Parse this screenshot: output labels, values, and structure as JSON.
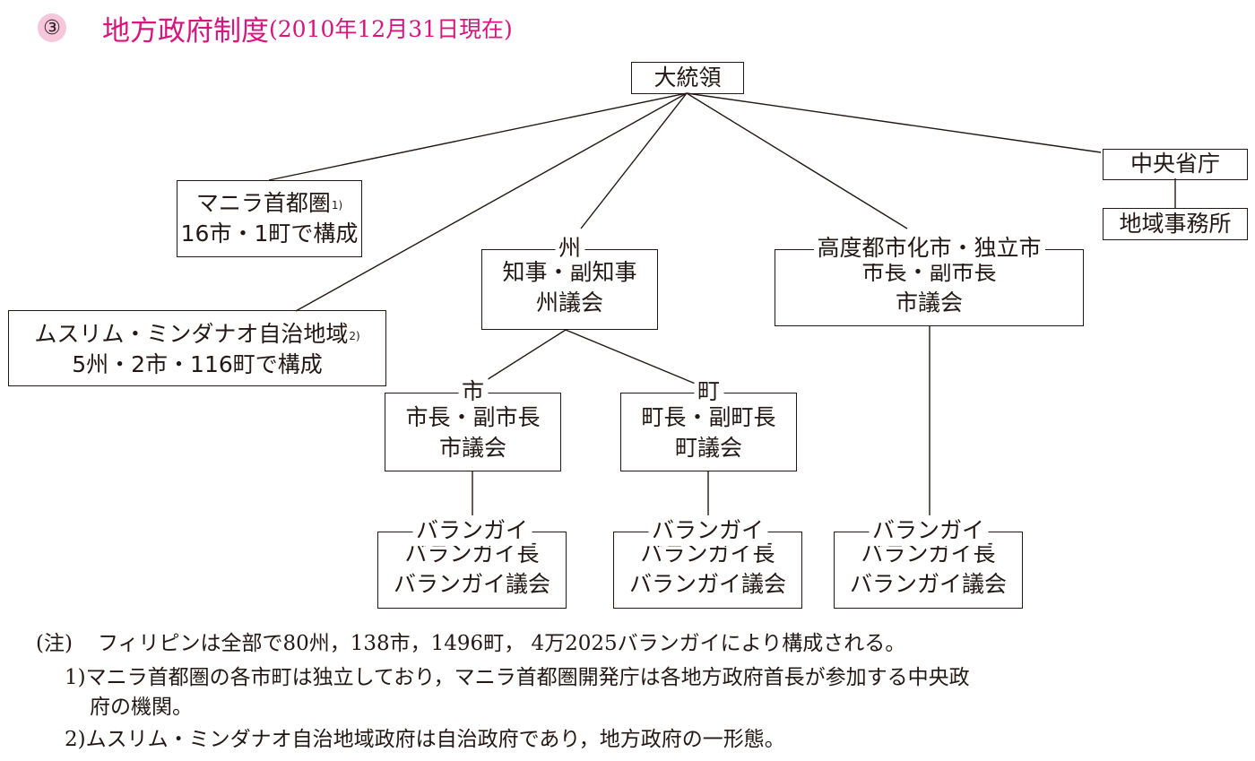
{
  "title": {
    "number": "③",
    "main": "地方政府制度",
    "sub": "(2010年12月31日現在)"
  },
  "nodes": {
    "president": {
      "label": "大統領"
    },
    "ministries": {
      "label": "中央省庁"
    },
    "regional_offices": {
      "label": "地域事務所"
    },
    "metro_manila": {
      "line1": "マニラ首都圏",
      "footnote": "1)",
      "line2": "16市・1町で構成"
    },
    "armm": {
      "line1": "ムスリム・ミンダナオ自治地域",
      "footnote": "2)",
      "line2": "5州・2市・116町で構成"
    },
    "province": {
      "label": "州",
      "line1": "知事・副知事",
      "line2": "州議会"
    },
    "huc": {
      "label": "高度都市化市・独立市",
      "line1": "市長・副市長",
      "line2": "市議会"
    },
    "city": {
      "label": "市",
      "line1": "市長・副市長",
      "line2": "市議会"
    },
    "municipality": {
      "label": "町",
      "line1": "町長・副町長",
      "line2": "町議会"
    },
    "barangay_city": {
      "label": "バランガイ",
      "line1": "バランガイ長",
      "line2": "バランガイ議会"
    },
    "barangay_muni": {
      "label": "バランガイ",
      "line1": "バランガイ長",
      "line2": "バランガイ議会"
    },
    "barangay_huc": {
      "label": "バランガイ",
      "line1": "バランガイ長",
      "line2": "バランガイ議会"
    }
  },
  "notes": {
    "main_prefix": "(注)",
    "main": "フィリピンは全部で80州，138市，1496町， 4万2025バランガイにより構成される。",
    "n1_mark": "1)",
    "n1_line1": "マニラ首都圏の各市町は独立しており，マニラ首都圏開発庁は各地方政府首長が参加する中央政",
    "n1_line2": "府の機関。",
    "n2_mark": "2)",
    "n2_line1": "ムスリム・ミンダナオ自治地域政府は自治政府であり，地方政府の一形態。"
  }
}
